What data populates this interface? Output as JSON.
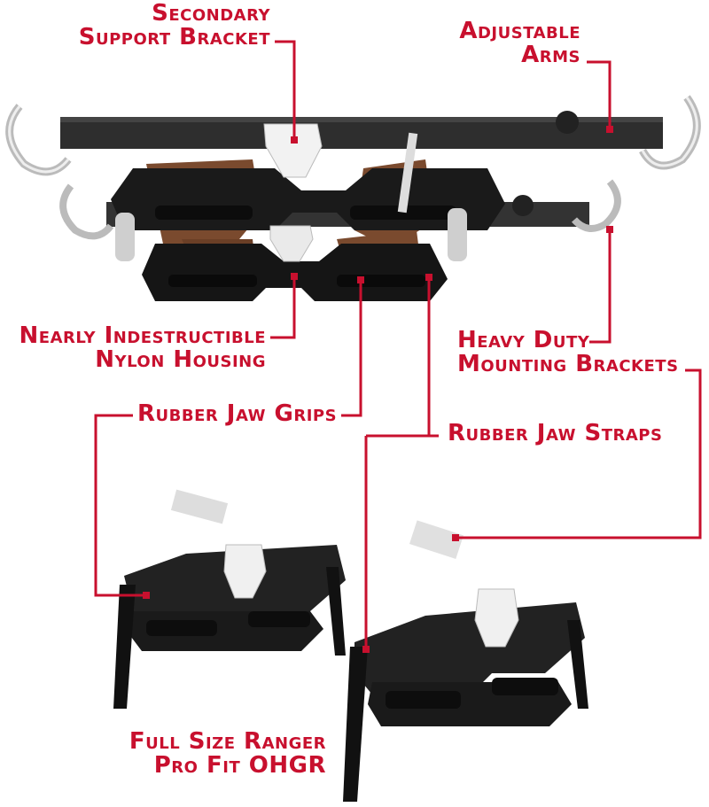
{
  "colors": {
    "accent": "#c8102e",
    "product_dark": "#2a2a2a",
    "product_black": "#141414",
    "metal": "#d9d9d9",
    "leather": "#7a4a2e"
  },
  "callouts": {
    "secondary_support_bracket": {
      "line1": "Secondary",
      "line2": "Support Bracket"
    },
    "adjustable_arms": {
      "line1": "Adjustable",
      "line2": "Arms"
    },
    "nylon_housing": {
      "line1": "Nearly Indestructible",
      "line2": "Nylon Housing"
    },
    "mounting_brackets": {
      "line1": "Heavy Duty",
      "line2": "Mounting Brackets"
    },
    "jaw_grips": {
      "line1": "Rubber Jaw Grips"
    },
    "jaw_straps": {
      "line1": "Rubber Jaw Straps"
    },
    "product_name": {
      "line1": "Full Size Ranger",
      "line2": "Pro Fit OHGR"
    }
  },
  "images": {
    "top": "overhead-gun-rack-assembled-with-rifles",
    "bottom_left": "gun-rack-jaw-module-left",
    "bottom_right": "gun-rack-jaw-module-right"
  }
}
